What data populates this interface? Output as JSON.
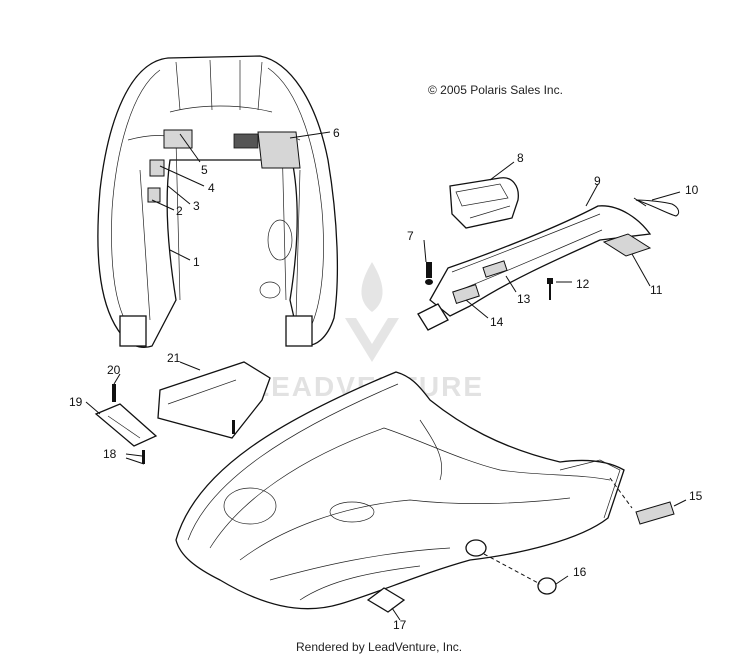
{
  "copyright": "© 2005 Polaris Sales Inc.",
  "footer": "Rendered by LeadVenture, Inc.",
  "watermark": "LEADVENTURE",
  "callouts": [
    "1",
    "2",
    "3",
    "4",
    "5",
    "6",
    "7",
    "8",
    "9",
    "10",
    "11",
    "12",
    "13",
    "14",
    "15",
    "16",
    "17",
    "18",
    "19",
    "20",
    "21"
  ]
}
